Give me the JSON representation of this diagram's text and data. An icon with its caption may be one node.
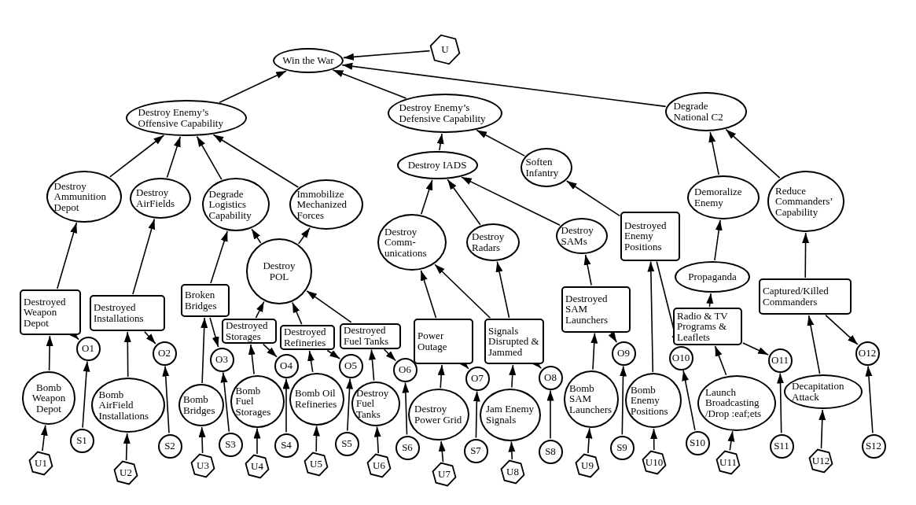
{
  "diagram": {
    "nodes": [
      {
        "text": [
          "Win the War"
        ]
      },
      {
        "text": [
          "U"
        ]
      },
      {
        "text": [
          "Destroy Enemy’s Offensive Capability"
        ]
      },
      {
        "text": [
          "Destroy Enemy’s Defensive Capability"
        ]
      },
      {
        "text": [
          "Degrade National C2"
        ]
      },
      {
        "text": [
          "Destroy Ammunition Depot"
        ]
      },
      {
        "text": [
          "Destroy AirFields"
        ]
      },
      {
        "text": [
          "Degrade Logistics Capability"
        ]
      },
      {
        "text": [
          "Immobilize Mechanized Forces"
        ]
      },
      {
        "text": [
          "Destroy IADS"
        ]
      },
      {
        "text": [
          "Soften Infantry"
        ]
      },
      {
        "text": [
          "Destroy Comm-unications"
        ]
      },
      {
        "text": [
          "Destroy Radars"
        ]
      },
      {
        "text": [
          "Destroy SAMs"
        ]
      },
      {
        "text": [
          "Destroyed Enemy Positions"
        ]
      },
      {
        "text": [
          "Demoralize Enemy"
        ]
      },
      {
        "text": [
          "Reduce Commanders’ Capability"
        ]
      },
      {
        "text": [
          "Destroy POL"
        ]
      },
      {
        "text": [
          "Propaganda"
        ]
      },
      {
        "text": [
          "Captured/Killed Commanders"
        ]
      },
      {
        "text": [
          "Destroyed Weapon Depot"
        ]
      },
      {
        "text": [
          "Destroyed Installations"
        ]
      },
      {
        "text": [
          "Broken Bridges"
        ]
      },
      {
        "text": [
          "Destroyed Storages"
        ]
      },
      {
        "text": [
          "Destroyed Refineries"
        ]
      },
      {
        "text": [
          "Destroyed Fuel Tanks"
        ]
      },
      {
        "text": [
          "Power Outage"
        ]
      },
      {
        "text": [
          "Signals Disrupted & Jammed"
        ]
      },
      {
        "text": [
          "Destroyed SAM Launchers"
        ]
      },
      {
        "text": [
          "Radio & TV Programs & Leaflets"
        ]
      },
      {
        "text": [
          "O1"
        ]
      },
      {
        "text": [
          "O2"
        ]
      },
      {
        "text": [
          "O3"
        ]
      },
      {
        "text": [
          "O4"
        ]
      },
      {
        "text": [
          "O5"
        ]
      },
      {
        "text": [
          "O6"
        ]
      },
      {
        "text": [
          "O7"
        ]
      },
      {
        "text": [
          "O8"
        ]
      },
      {
        "text": [
          "O9"
        ]
      },
      {
        "text": [
          "O10"
        ]
      },
      {
        "text": [
          "O11"
        ]
      },
      {
        "text": [
          "O12"
        ]
      },
      {
        "text": [
          "Bomb Weapon Depot"
        ]
      },
      {
        "text": [
          "Bomb AirField Installations"
        ]
      },
      {
        "text": [
          "Bomb Bridges"
        ]
      },
      {
        "text": [
          "Bomb Fuel Storages"
        ]
      },
      {
        "text": [
          "Bomb Oil Refineries"
        ]
      },
      {
        "text": [
          "Destroy Fuel Tanks"
        ]
      },
      {
        "text": [
          "Destroy Power Grid"
        ]
      },
      {
        "text": [
          "Jam Enemy Signals"
        ]
      },
      {
        "text": [
          "Bomb SAM Launchers"
        ]
      },
      {
        "text": [
          "Bomb Enemy Positions"
        ]
      },
      {
        "text": [
          "Launch Broadcasting /Drop :eaf;ets"
        ]
      },
      {
        "text": [
          "Decapitation Attack"
        ]
      },
      {
        "text": [
          "S1"
        ]
      },
      {
        "text": [
          "S2"
        ]
      },
      {
        "text": [
          "S3"
        ]
      },
      {
        "text": [
          "S4"
        ]
      },
      {
        "text": [
          "S5"
        ]
      },
      {
        "text": [
          "S6"
        ]
      },
      {
        "text": [
          "S7"
        ]
      },
      {
        "text": [
          "S8"
        ]
      },
      {
        "text": [
          "S9"
        ]
      },
      {
        "text": [
          "S10"
        ]
      },
      {
        "text": [
          "S11"
        ]
      },
      {
        "text": [
          "S12"
        ]
      },
      {
        "text": [
          "U1"
        ]
      },
      {
        "text": [
          "U2"
        ]
      },
      {
        "text": [
          "U3"
        ]
      },
      {
        "text": [
          "U4"
        ]
      },
      {
        "text": [
          "U5"
        ]
      },
      {
        "text": [
          "U6"
        ]
      },
      {
        "text": [
          "U7"
        ]
      },
      {
        "text": [
          "U8"
        ]
      },
      {
        "text": [
          "U9"
        ]
      },
      {
        "text": [
          "U10"
        ]
      },
      {
        "text": [
          "U11"
        ]
      },
      {
        "text": [
          "U12"
        ]
      }
    ],
    "edges": [
      {
        "from": 1,
        "to": 0,
        "arrow": "to"
      },
      {
        "from": 2,
        "to": 0,
        "arrow": "to"
      },
      {
        "from": 3,
        "to": 0,
        "arrow": "to"
      },
      {
        "from": 4,
        "to": 0,
        "arrow": "to"
      },
      {
        "from": 5,
        "to": 2,
        "arrow": "to"
      },
      {
        "from": 6,
        "to": 2,
        "arrow": "to"
      },
      {
        "from": 7,
        "to": 2,
        "arrow": "to"
      },
      {
        "from": 8,
        "to": 2,
        "arrow": "to"
      },
      {
        "from": 9,
        "to": 3,
        "arrow": "to"
      },
      {
        "from": 10,
        "to": 3,
        "arrow": "to"
      },
      {
        "from": 15,
        "to": 4,
        "arrow": "to"
      },
      {
        "from": 16,
        "to": 4,
        "arrow": "to"
      },
      {
        "from": 17,
        "to": 7,
        "arrow": "to"
      },
      {
        "from": 17,
        "to": 8,
        "arrow": "to"
      },
      {
        "from": 11,
        "to": 9,
        "arrow": "to"
      },
      {
        "from": 12,
        "to": 9,
        "arrow": "to"
      },
      {
        "from": 13,
        "to": 9,
        "arrow": "to"
      },
      {
        "from": 14,
        "to": 10,
        "arrow": "to"
      },
      {
        "from": 20,
        "to": 5,
        "arrow": "to"
      },
      {
        "from": 21,
        "to": 6,
        "arrow": "to"
      },
      {
        "from": 22,
        "to": 7,
        "arrow": "to"
      },
      {
        "from": 23,
        "to": 17,
        "arrow": "to"
      },
      {
        "from": 24,
        "to": 17,
        "arrow": "to"
      },
      {
        "from": 25,
        "to": 17,
        "arrow": "to"
      },
      {
        "from": 26,
        "to": 11,
        "arrow": "to"
      },
      {
        "from": 27,
        "to": 11,
        "arrow": "to"
      },
      {
        "from": 27,
        "to": 12,
        "arrow": "to"
      },
      {
        "from": 28,
        "to": 13,
        "arrow": "to"
      },
      {
        "from": 18,
        "to": 15,
        "arrow": "to"
      },
      {
        "from": 19,
        "to": 16,
        "arrow": "to"
      },
      {
        "from": 29,
        "to": 18,
        "arrow": "to"
      },
      {
        "from": 42,
        "to": 20,
        "arrow": "to"
      },
      {
        "from": 20,
        "to": 30,
        "arrow": "to"
      },
      {
        "from": 54,
        "to": 30,
        "arrow": "to"
      },
      {
        "from": 66,
        "to": 42,
        "arrow": "to"
      },
      {
        "from": 43,
        "to": 21,
        "arrow": "to"
      },
      {
        "from": 21,
        "to": 31,
        "arrow": "to"
      },
      {
        "from": 55,
        "to": 31,
        "arrow": "to"
      },
      {
        "from": 67,
        "to": 43,
        "arrow": "to"
      },
      {
        "from": 44,
        "to": 22,
        "arrow": "to"
      },
      {
        "from": 22,
        "to": 32,
        "arrow": "to"
      },
      {
        "from": 56,
        "to": 32,
        "arrow": "to"
      },
      {
        "from": 68,
        "to": 44,
        "arrow": "to"
      },
      {
        "from": 45,
        "to": 23,
        "arrow": "to"
      },
      {
        "from": 23,
        "to": 33,
        "arrow": "to"
      },
      {
        "from": 57,
        "to": 33,
        "arrow": "to"
      },
      {
        "from": 69,
        "to": 45,
        "arrow": "to"
      },
      {
        "from": 46,
        "to": 24,
        "arrow": "to"
      },
      {
        "from": 24,
        "to": 34,
        "arrow": "to"
      },
      {
        "from": 58,
        "to": 34,
        "arrow": "to"
      },
      {
        "from": 70,
        "to": 46,
        "arrow": "to"
      },
      {
        "from": 47,
        "to": 25,
        "arrow": "to"
      },
      {
        "from": 25,
        "to": 35,
        "arrow": "to"
      },
      {
        "from": 59,
        "to": 35,
        "arrow": "to"
      },
      {
        "from": 71,
        "to": 47,
        "arrow": "to"
      },
      {
        "from": 48,
        "to": 26,
        "arrow": "to"
      },
      {
        "from": 26,
        "to": 36,
        "arrow": "to"
      },
      {
        "from": 60,
        "to": 36,
        "arrow": "to"
      },
      {
        "from": 72,
        "to": 48,
        "arrow": "to"
      },
      {
        "from": 49,
        "to": 27,
        "arrow": "to"
      },
      {
        "from": 27,
        "to": 37,
        "arrow": "to"
      },
      {
        "from": 61,
        "to": 37,
        "arrow": "to"
      },
      {
        "from": 73,
        "to": 49,
        "arrow": "to"
      },
      {
        "from": 50,
        "to": 28,
        "arrow": "to"
      },
      {
        "from": 28,
        "to": 38,
        "arrow": "to"
      },
      {
        "from": 62,
        "to": 38,
        "arrow": "to"
      },
      {
        "from": 74,
        "to": 50,
        "arrow": "to"
      },
      {
        "from": 51,
        "to": 14,
        "arrow": "to"
      },
      {
        "from": 14,
        "to": 39,
        "arrow": "to"
      },
      {
        "from": 63,
        "to": 39,
        "arrow": "to"
      },
      {
        "from": 75,
        "to": 51,
        "arrow": "to"
      },
      {
        "from": 52,
        "to": 29,
        "arrow": "to"
      },
      {
        "from": 29,
        "to": 40,
        "arrow": "to"
      },
      {
        "from": 64,
        "to": 40,
        "arrow": "to"
      },
      {
        "from": 76,
        "to": 52,
        "arrow": "to"
      },
      {
        "from": 53,
        "to": 19,
        "arrow": "to"
      },
      {
        "from": 19,
        "to": 41,
        "arrow": "to"
      },
      {
        "from": 65,
        "to": 41,
        "arrow": "to"
      },
      {
        "from": 77,
        "to": 53,
        "arrow": "to"
      }
    ]
  }
}
